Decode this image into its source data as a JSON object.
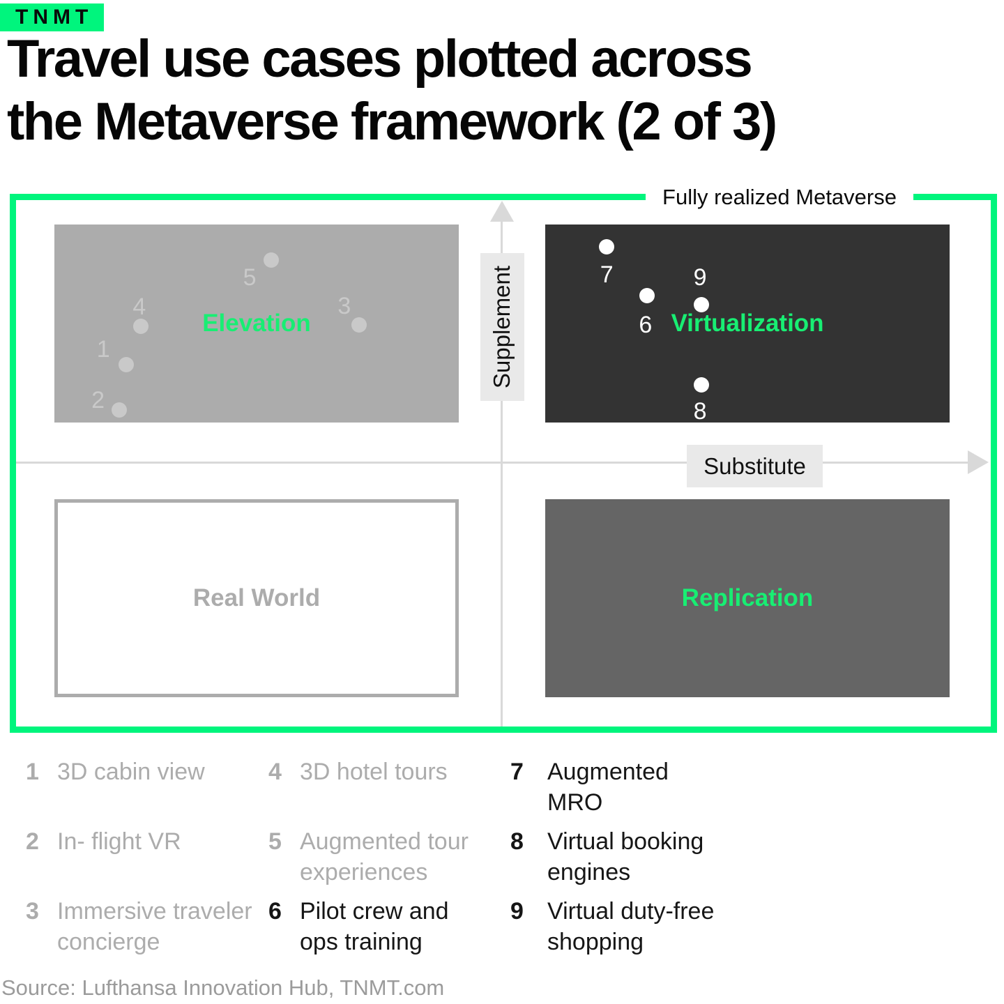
{
  "brand": {
    "logo_text": "TNMT",
    "accent_green": "#00F57D",
    "label_green": "#18EE73"
  },
  "title": {
    "line1": "Travel use cases plotted across",
    "line2": "the Metaverse framework (2 of 3)"
  },
  "chart": {
    "frame_label": "Fully realized Metaverse",
    "y_axis_label": "Supplement",
    "x_axis_label": "Substitute",
    "quadrants": {
      "elevation": {
        "label": "Elevation"
      },
      "virtualization": {
        "label": "Virtualization"
      },
      "real_world": {
        "label": "Real World"
      },
      "replication": {
        "label": "Replication"
      }
    }
  },
  "chart_data": {
    "type": "scatter",
    "title": "Travel use cases plotted across the Metaverse framework (2 of 3)",
    "xlabel": "Substitute",
    "ylabel": "Supplement",
    "frame_label": "Fully realized Metaverse",
    "quadrants": [
      {
        "name": "Real World",
        "position": "bottom-left",
        "fill": "#ffffff"
      },
      {
        "name": "Elevation",
        "position": "top-left",
        "fill": "#ACACAC"
      },
      {
        "name": "Virtualization",
        "position": "top-right",
        "fill": "#333333"
      },
      {
        "name": "Replication",
        "position": "bottom-right",
        "fill": "#656565"
      }
    ],
    "points": [
      {
        "id": "1",
        "label": "3D cabin view",
        "quadrant": "elevation",
        "muted": true,
        "dot": {
          "x_pct": 17.8,
          "y_pct": 70.8
        },
        "num": {
          "x_pct": 12.1,
          "y_pct": 63.0
        }
      },
      {
        "id": "2",
        "label": "In- flight VR",
        "quadrant": "elevation",
        "muted": true,
        "dot": {
          "x_pct": 16.1,
          "y_pct": 93.8
        },
        "num": {
          "x_pct": 10.8,
          "y_pct": 88.6
        }
      },
      {
        "id": "3",
        "label": "Immersive traveler concierge",
        "quadrant": "elevation",
        "muted": true,
        "dot": {
          "x_pct": 75.3,
          "y_pct": 50.8
        },
        "num": {
          "x_pct": 71.7,
          "y_pct": 41.1
        }
      },
      {
        "id": "4",
        "label": "3D hotel tours",
        "quadrant": "elevation",
        "muted": true,
        "dot": {
          "x_pct": 21.3,
          "y_pct": 51.5
        },
        "num": {
          "x_pct": 21.0,
          "y_pct": 41.4
        }
      },
      {
        "id": "5",
        "label": "Augmented tour experiences",
        "quadrant": "elevation",
        "muted": true,
        "dot": {
          "x_pct": 53.6,
          "y_pct": 18.1
        },
        "num": {
          "x_pct": 48.3,
          "y_pct": 26.6
        }
      },
      {
        "id": "6",
        "label": "Pilot crew and ops training",
        "quadrant": "virtualization",
        "muted": false,
        "dot": {
          "x_pct": 25.2,
          "y_pct": 35.9
        },
        "num": {
          "x_pct": 24.8,
          "y_pct": 50.7
        }
      },
      {
        "id": "7",
        "label": "Augmented MRO",
        "quadrant": "virtualization",
        "muted": false,
        "dot": {
          "x_pct": 15.2,
          "y_pct": 11.3
        },
        "num": {
          "x_pct": 15.2,
          "y_pct": 25.4
        }
      },
      {
        "id": "8",
        "label": "Virtual booking engines",
        "quadrant": "virtualization",
        "muted": false,
        "dot": {
          "x_pct": 38.6,
          "y_pct": 81.0
        },
        "num": {
          "x_pct": 38.3,
          "y_pct": 94.3
        }
      },
      {
        "id": "9",
        "label": "Virtual duty-free shopping",
        "quadrant": "virtualization",
        "muted": false,
        "dot": {
          "x_pct": 38.6,
          "y_pct": 40.5
        },
        "num": {
          "x_pct": 38.3,
          "y_pct": 26.6
        }
      }
    ]
  },
  "legend": {
    "columns": [
      {
        "items": [
          {
            "num": "1",
            "label": "3D cabin view",
            "muted": true
          },
          {
            "num": "2",
            "label": "In- flight VR",
            "muted": true
          },
          {
            "num": "3",
            "label": "Immersive traveler concierge",
            "muted": true
          }
        ]
      },
      {
        "items": [
          {
            "num": "4",
            "label": "3D hotel tours",
            "muted": true
          },
          {
            "num": "5",
            "label": "Augmented tour experiences",
            "muted": true
          },
          {
            "num": "6",
            "label": "Pilot crew and ops training",
            "muted": false
          }
        ]
      },
      {
        "items": [
          {
            "num": "7",
            "label": "Augmented MRO",
            "muted": false
          },
          {
            "num": "8",
            "label": "Virtual booking engines",
            "muted": false
          },
          {
            "num": "9",
            "label": "Virtual duty-free shopping",
            "muted": false
          }
        ]
      }
    ]
  },
  "source": "Source: Lufthansa Innovation Hub, TNMT.com"
}
